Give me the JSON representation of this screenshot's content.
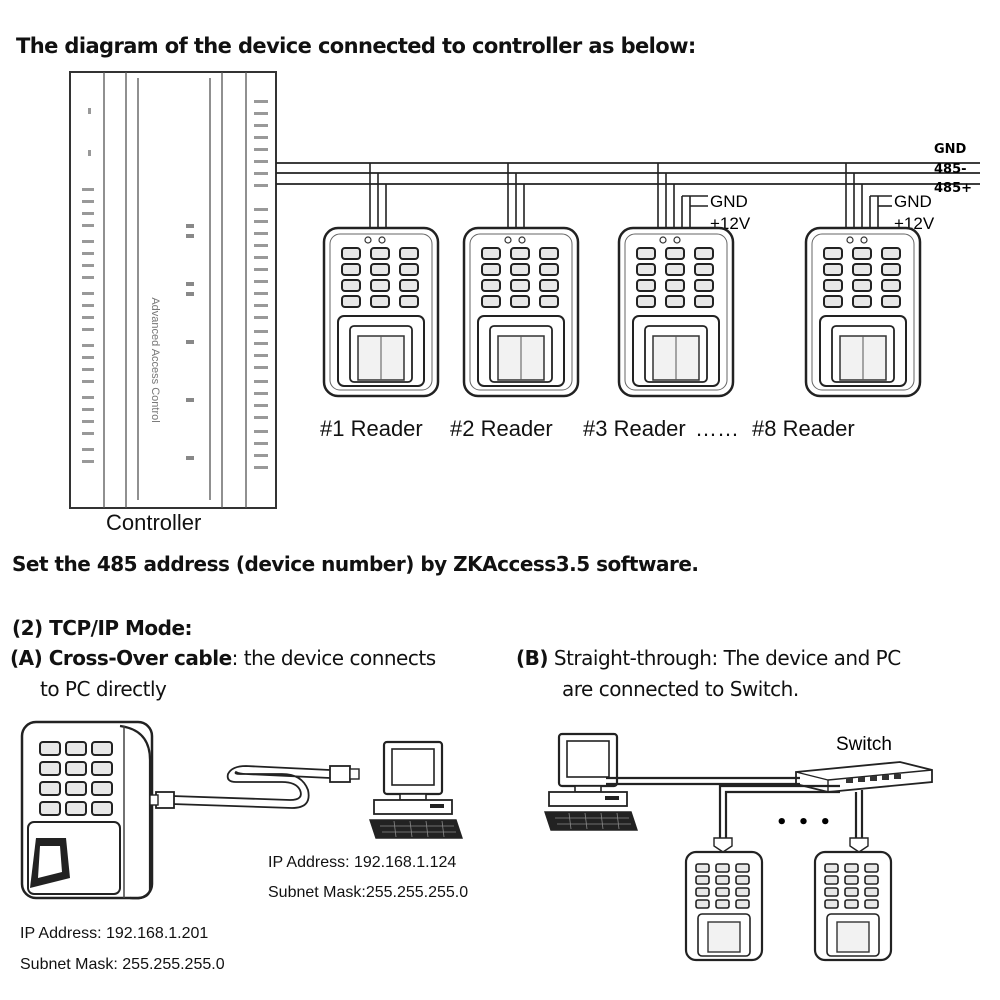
{
  "title": "The diagram of the device connected to controller as below:",
  "bus_labels": {
    "gnd": "GND",
    "neg": "485-",
    "pos": "485+"
  },
  "power_labels": {
    "gnd": "GND",
    "v12": "+12V"
  },
  "controller": {
    "label": "Controller",
    "side_text": "Advanced Access Control"
  },
  "readers_caption": [
    "#1 Reader",
    "#2 Reader",
    "#3 Reader",
    "……",
    "#8 Reader"
  ],
  "note_485": "Set the 485 address (device number) by ZKAccess3.5 software.",
  "tcp": {
    "heading": "(2) TCP/IP Mode:",
    "a_label": "(A) Cross-Over cable",
    "a_text_1": ": the device connects",
    "a_text_2": "to PC directly",
    "b_label": "(B)",
    "b_text_1": " Straight-through: The device and PC",
    "b_text_2": "are connected to Switch.",
    "pc_ip": "IP Address: 192.168.1.124",
    "pc_mask": "Subnet Mask:255.255.255.0",
    "dev_ip": "IP Address: 192.168.1.201",
    "dev_mask": "Subnet Mask: 255.255.255.0",
    "switch_label": "Switch",
    "ellipsis": "• • •"
  }
}
